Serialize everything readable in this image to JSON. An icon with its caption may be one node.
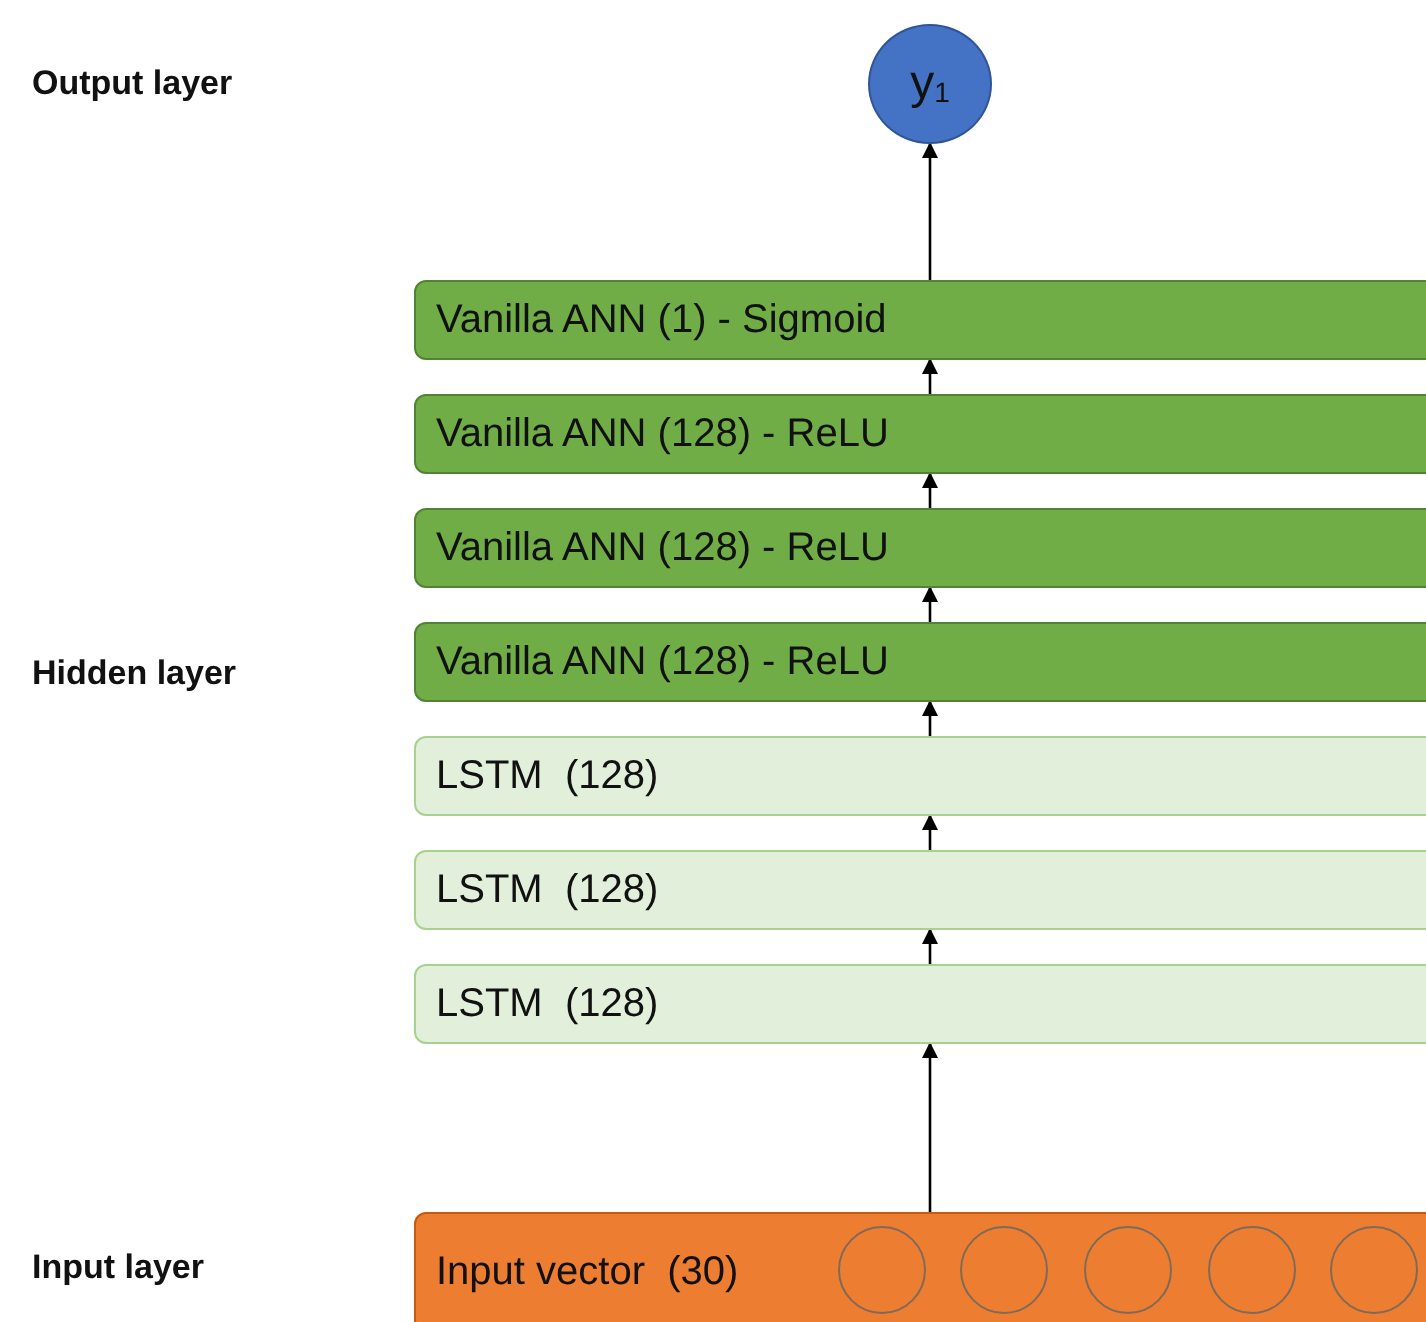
{
  "diagram": {
    "nodes": [
      {
        "text": [
          "y$_{1}$"
        ]
      },
      {
        "text": [
          "Vanilla ANN (1) - Sigmoid"
        ]
      },
      {
        "text": [
          "Vanilla ANN (128) - ReLU"
        ]
      },
      {
        "text": [
          "Vanilla ANN (128) - ReLU"
        ]
      },
      {
        "text": [
          "Vanilla ANN (128) - ReLU"
        ]
      },
      {
        "text": [
          "LSTM  (128)"
        ]
      },
      {
        "text": [
          "LSTM  (128)"
        ]
      },
      {
        "text": [
          "LSTM  (128)"
        ]
      },
      {
        "text": [
          "Input vector  (30)"
        ]
      },
      {
        "text": [],
        "shape": "circle",
        "in": 8
      },
      {
        "text": [],
        "shape": "circle",
        "in": 8
      },
      {
        "text": [],
        "shape": "circle",
        "in": 8
      },
      {
        "text": [],
        "shape": "circle",
        "in": 8
      },
      {
        "text": [],
        "shape": "circle",
        "in": 8
      }
    ],
    "edges": [
      {
        "from": 8,
        "to": 7,
        "arrow": "to"
      },
      {
        "from": 7,
        "to": 6,
        "arrow": "to"
      },
      {
        "from": 6,
        "to": 5,
        "arrow": "to"
      },
      {
        "from": 5,
        "to": 4,
        "arrow": "to"
      },
      {
        "from": 4,
        "to": 3,
        "arrow": "to"
      },
      {
        "from": 3,
        "to": 2,
        "arrow": "to"
      },
      {
        "from": 2,
        "to": 1,
        "arrow": "to"
      },
      {
        "from": 1,
        "to": 0,
        "arrow": "to"
      }
    ],
    "labels": [
      "Output layer",
      "Hidden layer",
      "Input layer"
    ]
  }
}
